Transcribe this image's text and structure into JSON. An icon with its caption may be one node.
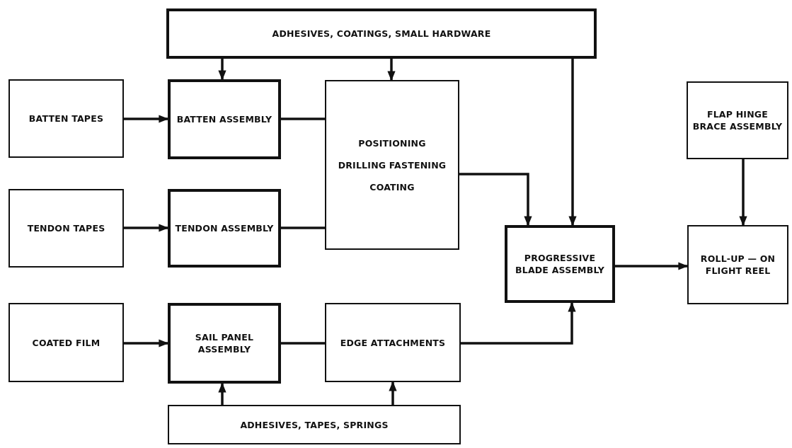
{
  "diagram": {
    "nodes": [
      {
        "text": [
          "ADHESIVES, COATINGS, SMALL HARDWARE"
        ]
      },
      {
        "text": [
          "BATTEN TAPES"
        ]
      },
      {
        "text": [
          "BATTEN ASSEMBLY"
        ]
      },
      {
        "text": [
          "POSITIONING",
          "DRILLING FASTENING",
          "COATING"
        ]
      },
      {
        "text": [
          "FLAP HINGE BRACE ASSEMBLY"
        ]
      },
      {
        "text": [
          "TENDON TAPES"
        ]
      },
      {
        "text": [
          "TENDON ASSEMBLY"
        ]
      },
      {
        "text": [
          "PROGRESSIVE BLADE ASSEMBLY"
        ]
      },
      {
        "text": [
          "ROLL-UP — ON FLIGHT REEL"
        ]
      },
      {
        "text": [
          "COATED FILM"
        ]
      },
      {
        "text": [
          "SAIL PANEL ASSEMBLY"
        ]
      },
      {
        "text": [
          "EDGE ATTACHMENTS"
        ]
      },
      {
        "text": [
          "ADHESIVES, TAPES, SPRINGS"
        ]
      }
    ],
    "edges": [
      {
        "from": 0,
        "to": 2,
        "arrow": "to"
      },
      {
        "from": 0,
        "to": 3,
        "arrow": "to"
      },
      {
        "from": 0,
        "to": 7,
        "arrow": "to"
      },
      {
        "from": 1,
        "to": 2,
        "arrow": "to"
      },
      {
        "from": 2,
        "to": 3,
        "arrow": "none"
      },
      {
        "from": 5,
        "to": 6,
        "arrow": "to"
      },
      {
        "from": 6,
        "to": 3,
        "arrow": "none"
      },
      {
        "from": 3,
        "to": 7,
        "arrow": "to"
      },
      {
        "from": 4,
        "to": 8,
        "arrow": "to"
      },
      {
        "from": 7,
        "to": 8,
        "arrow": "to"
      },
      {
        "from": 9,
        "to": 10,
        "arrow": "to"
      },
      {
        "from": 10,
        "to": 11,
        "arrow": "none"
      },
      {
        "from": 11,
        "to": 7,
        "arrow": "to"
      },
      {
        "from": 12,
        "to": 10,
        "arrow": "to"
      },
      {
        "from": 12,
        "to": 11,
        "arrow": "to"
      }
    ]
  }
}
